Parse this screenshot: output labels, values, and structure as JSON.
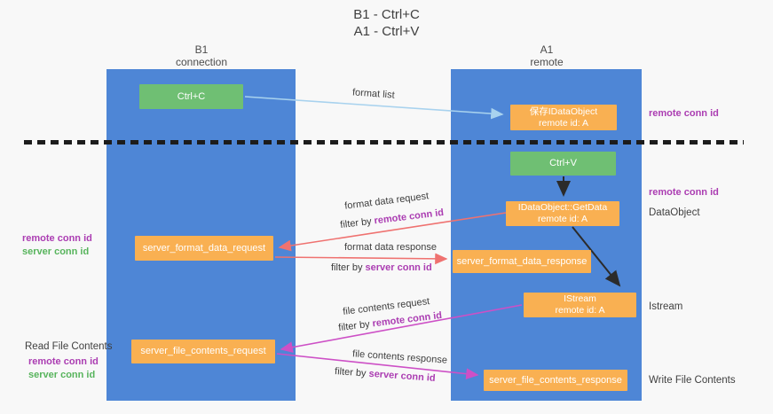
{
  "title": {
    "line1": "B1 - Ctrl+C",
    "line2": "A1 - Ctrl+V"
  },
  "columns": {
    "left": {
      "name": "B1",
      "role": "connection"
    },
    "right": {
      "name": "A1",
      "role": "remote"
    }
  },
  "boxes": {
    "ctrl_c": "Ctrl+C",
    "save_dataobject": {
      "line1": "保存IDataObject",
      "line2": "remote id: A"
    },
    "ctrl_v": "Ctrl+V",
    "getdata": {
      "line1": "IDataObject::GetData",
      "line2": "remote id: A"
    },
    "format_request": "server_format_data_request",
    "format_response": "server_format_data_response",
    "istream": {
      "line1": "IStream",
      "line2": "remote id: A"
    },
    "file_request": "server_file_contents_request",
    "file_response": "server_file_contents_response"
  },
  "arrow_labels": {
    "format_list": "format list",
    "format_data_request": "format data request",
    "format_data_response": "format data response",
    "file_contents_request": "file contents request",
    "file_contents_response": "file contents response",
    "filter_by": "filter by ",
    "remote_conn_id": "remote conn id",
    "server_conn_id": "server conn id"
  },
  "side_labels": {
    "remote_conn_id": "remote conn id",
    "server_conn_id": "server conn id",
    "dataobject": "DataObject",
    "istream": "Istream",
    "read_file_contents": "Read File Contents",
    "write_file_contents": "Write File Contents"
  },
  "colors": {
    "column_blue": "#4e86d6",
    "box_green": "#6fbf73",
    "box_orange": "#f9b052",
    "purple_text": "#ab3db2",
    "green_text": "#57b45c",
    "arrow_red": "#ef7270",
    "arrow_magenta": "#cd50c6",
    "arrow_lightblue": "#a8d2ee",
    "arrow_black": "#2b2b2b",
    "background": "#f8f8f8"
  }
}
